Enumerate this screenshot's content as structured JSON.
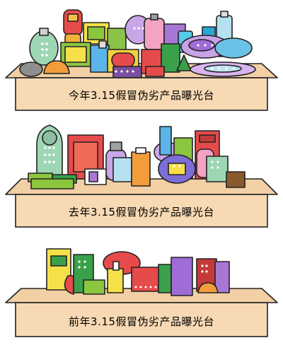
{
  "shelves": [
    {
      "caption": "今年3.15假冒伪劣产品曝光台"
    },
    {
      "caption": "去年3.15假冒伪劣产品曝光台"
    },
    {
      "caption": "前年3.15假冒伪劣产品曝光台"
    }
  ],
  "colors": {
    "shelf_top": "#f2cfa4",
    "shelf_front": "#f7d9b3",
    "outline": "#222222"
  }
}
